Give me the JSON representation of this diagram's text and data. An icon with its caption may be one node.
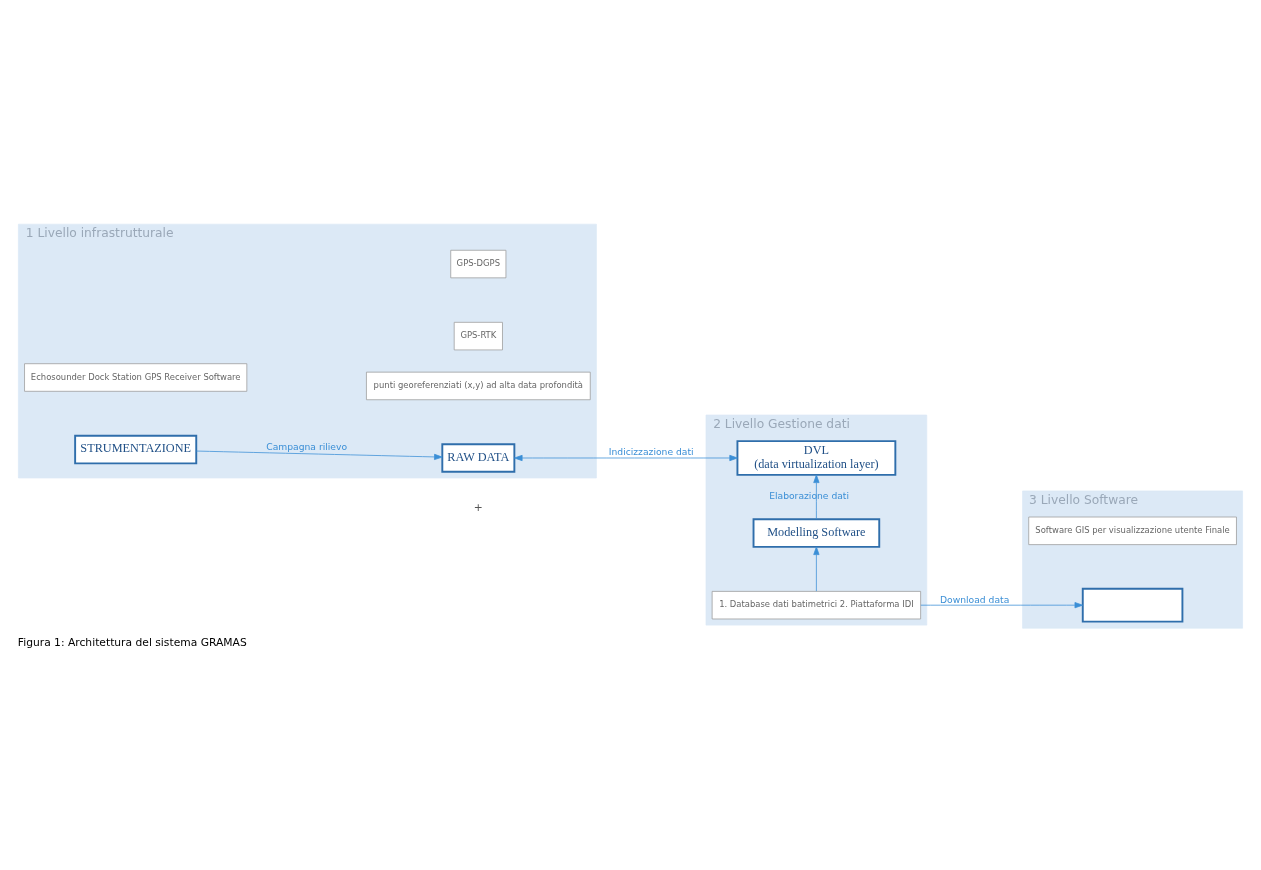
{
  "diagram": {
    "caption": "Figura 1: Architettura del sistema GRAMAS",
    "nodes": [
      {
        "text": [
          "1 Livello infrastrutturale"
        ]
      },
      {
        "text": [
          "STRUMENTAZIONE"
        ],
        "in": 0
      },
      {
        "text": [
          "Echosounder Dock Station GPS Receiver Software"
        ],
        "in": 0
      },
      {
        "text": [
          "GPS-RTK"
        ],
        "in": 0
      },
      {
        "text": [
          "GPS-DGPS"
        ],
        "in": 0
      },
      {
        "text": [
          "RAW DATA"
        ],
        "in": 0
      },
      {
        "text": [
          "punti georeferenziati (x,y) ad alta data profondità"
        ],
        "in": 0
      },
      {
        "text": [
          "2 Livello Gestione dati"
        ]
      },
      {
        "text": [
          "Modelling Software"
        ],
        "in": 7
      },
      {
        "text": [
          "DVL",
          "(data virtualization layer)"
        ],
        "in": 7
      },
      {
        "text": [
          "1. Database dati batimetrici 2. Piattaforma IDI"
        ],
        "in": 7
      },
      {
        "text": [
          "3 Livello Software"
        ]
      },
      {
        "text": [],
        "shape": "box",
        "in": 11
      },
      {
        "text": [
          "Software GIS per visualizzazione utente Finale"
        ],
        "in": 11
      }
    ],
    "edges": [
      {
        "from": 1,
        "to": 5,
        "arrow": "to",
        "label": "Campagna rilievo"
      },
      {
        "from": 5,
        "to": 9,
        "arrow": "both",
        "label": "Indicizzazione dati"
      },
      {
        "from": 8,
        "to": 9,
        "arrow": "to",
        "label": "Elaborazione dati"
      },
      {
        "from": 10,
        "to": 8,
        "arrow": "to"
      },
      {
        "from": 10,
        "to": 12,
        "arrow": "to",
        "label": "Download data"
      }
    ],
    "labels": [
      "+"
    ]
  }
}
